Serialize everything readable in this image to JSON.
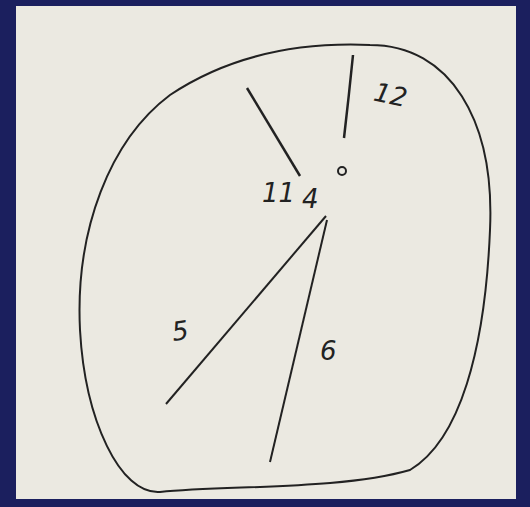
{
  "diagram": {
    "labels": [
      "12",
      "11",
      "4",
      "5",
      "6"
    ]
  }
}
